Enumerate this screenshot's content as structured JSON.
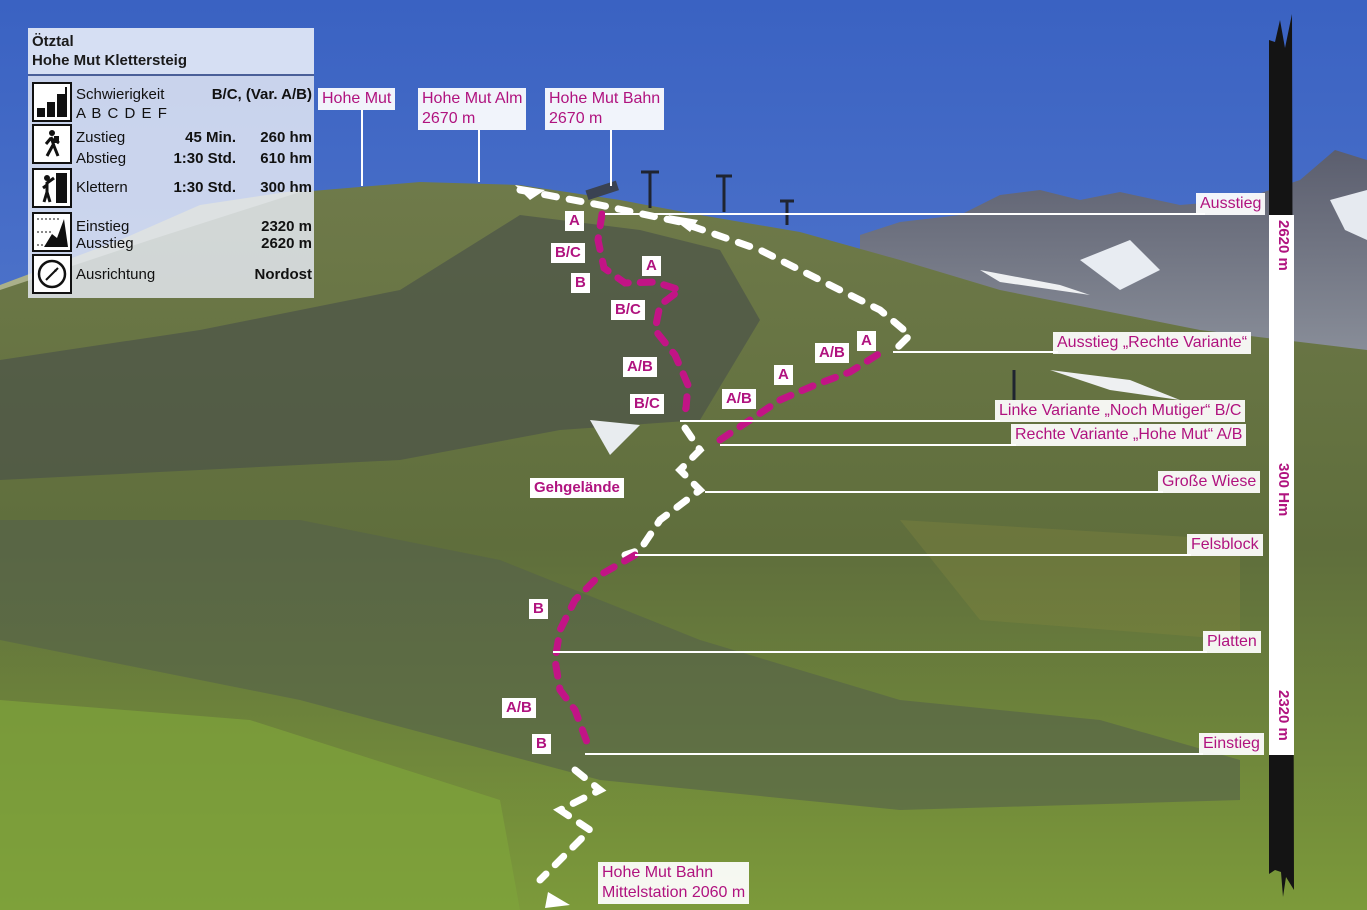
{
  "infobox": {
    "region": "Ötztal",
    "route_name": "Hohe Mut Klettersteig",
    "difficulty": {
      "label": "Schwierigkeit",
      "value": "B/C, (Var. A/B)",
      "scale": "A B C D E F",
      "icon": "difficulty-bars-icon"
    },
    "approach": {
      "label": "Zustieg",
      "time": "45 Min.",
      "elevation": "260 hm",
      "icon": "hiker-icon"
    },
    "descent": {
      "label": "Abstieg",
      "time": "1:30 Std.",
      "elevation": "610 hm"
    },
    "climbing": {
      "label": "Klettern",
      "time": "1:30 Std.",
      "elevation": "300 hm",
      "icon": "climber-icon"
    },
    "start": {
      "label": "Einstieg",
      "value": "2320 m",
      "icon": "elevation-profile-icon"
    },
    "exit": {
      "label": "Ausstieg",
      "value": "2620 m"
    },
    "orientation": {
      "label": "Ausrichtung",
      "value": "Nordost",
      "icon": "compass-icon"
    }
  },
  "top_labels": [
    {
      "line1": "Hohe Mut",
      "line2": ""
    },
    {
      "line1": "Hohe Mut Alm",
      "line2": "2670 m"
    },
    {
      "line1": "Hohe Mut Bahn",
      "line2": "2670 m"
    }
  ],
  "right_labels": [
    "Ausstieg",
    "Ausstieg „Rechte Variante“",
    "Linke Variante „Noch Mutiger“ B/C",
    "Rechte Variante „Hohe Mut“ A/B",
    "Große Wiese",
    "Felsblock",
    "Platten",
    "Einstieg"
  ],
  "route_grades": [
    "A",
    "B/C",
    "B",
    "A",
    "B/C",
    "A/B",
    "B/C",
    "A/B",
    "A",
    "A/B",
    "A",
    "B",
    "A/B",
    "B"
  ],
  "terrain_label": "Gehgelände",
  "bottom_label": {
    "line1": "Hohe Mut Bahn",
    "line2": "Mittelstation 2060 m"
  },
  "scale_bar": {
    "top": "2620 m",
    "middle": "300 Hm",
    "bottom": "2320 m"
  },
  "colors": {
    "accent": "#b0137f",
    "sky": "#3d67c4",
    "route_dash": "#c21486",
    "path_dash": "#ffffff"
  }
}
